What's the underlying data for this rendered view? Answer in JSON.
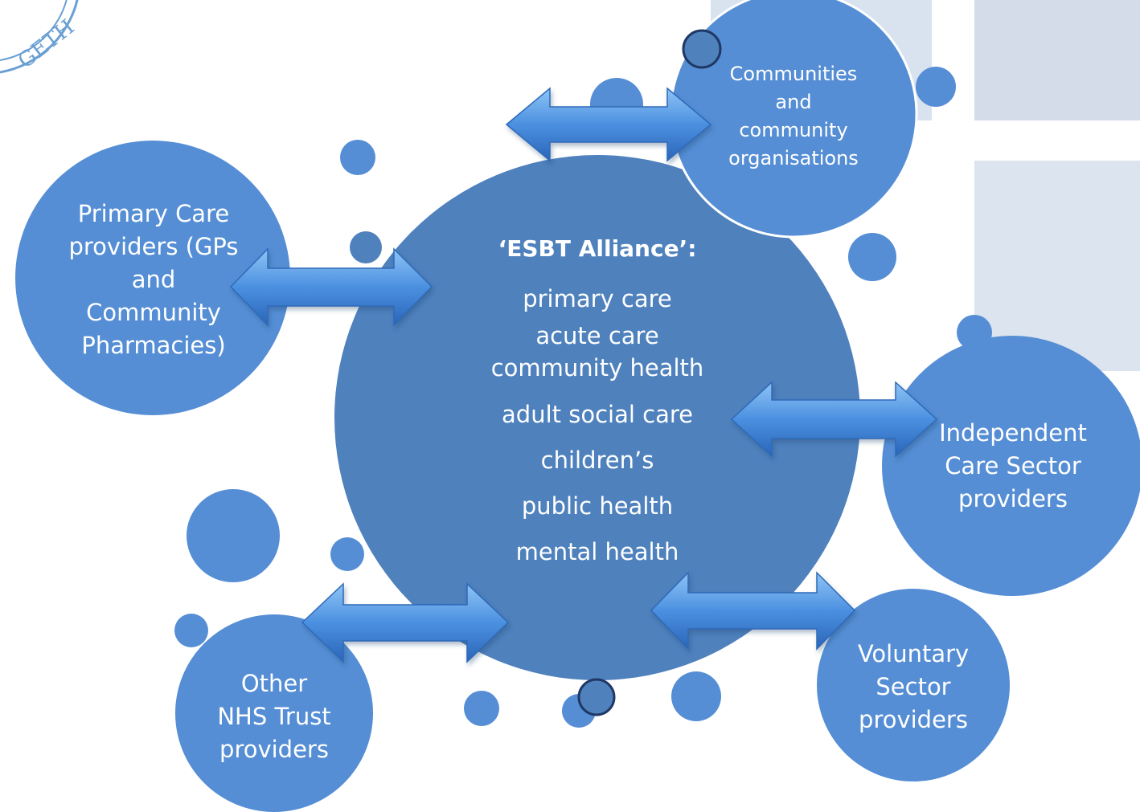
{
  "seal": {
    "text": "GETH"
  },
  "center": {
    "title": "‘ESBT Alliance’:",
    "items": [
      "primary care",
      "acute care",
      "community health",
      "adult social care",
      "children’s",
      "public health",
      "mental health"
    ]
  },
  "satellites": {
    "primary_care": [
      "Primary Care",
      "providers (GPs",
      "and",
      "Community",
      "Pharmacies)"
    ],
    "communities": [
      "Communities",
      "and",
      "community",
      "organisations"
    ],
    "independent": [
      "Independent",
      "Care Sector",
      "providers"
    ],
    "voluntary": [
      "Voluntary",
      "Sector",
      "providers"
    ],
    "other_nhs": [
      "Other",
      "NHS Trust",
      "providers"
    ]
  },
  "colors": {
    "center": "#4f81bd",
    "satellite": "#558ed5",
    "arrow": "#3e7ed0",
    "background_panel": "#dce6f2",
    "seal": "#6a9fd4"
  }
}
